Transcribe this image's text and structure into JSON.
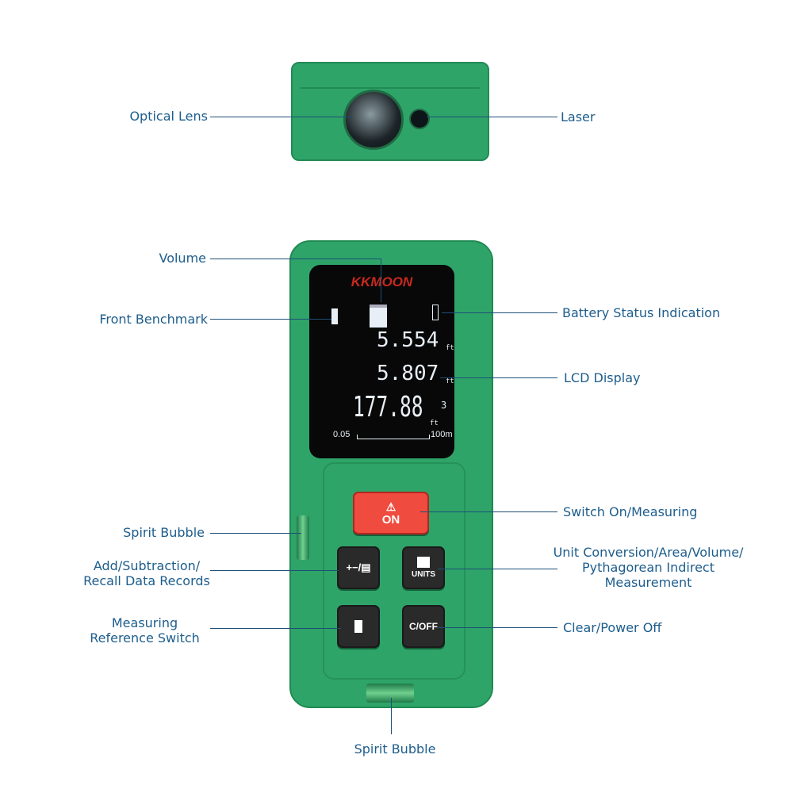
{
  "labels": {
    "optical_lens": "Optical Lens",
    "laser": "Laser",
    "volume": "Volume",
    "front_benchmark": "Front Benchmark",
    "battery": "Battery Status Indication",
    "lcd": "LCD Display",
    "switch_on": "Switch On/Measuring",
    "spirit_bubble_side": "Spirit Bubble",
    "add_sub_1": "Add/Subtraction/",
    "add_sub_2": "Recall Data Records",
    "unit_conv_1": "Unit Conversion/Area/Volume/",
    "unit_conv_2": "Pythagorean Indirect",
    "unit_conv_3": "Measurement",
    "measuring_ref_1": "Measuring",
    "measuring_ref_2": "Reference Switch",
    "clear_off": "Clear/Power Off",
    "spirit_bubble_bottom": "Spirit Bubble"
  },
  "device": {
    "brand": "KKMOON",
    "lcd": {
      "line1": "5.554",
      "line2": "5.807",
      "line3": "177.88",
      "unit": "ft",
      "exponent": "3",
      "range_min": "0.05",
      "range_max": "100m"
    },
    "buttons": {
      "on": "ON",
      "add": "+−/▤",
      "units": "UNITS",
      "clear": "C/OFF"
    }
  },
  "colors": {
    "body": "#2fa469",
    "label": "#1d5d8c",
    "on_button": "#f04b3f"
  }
}
